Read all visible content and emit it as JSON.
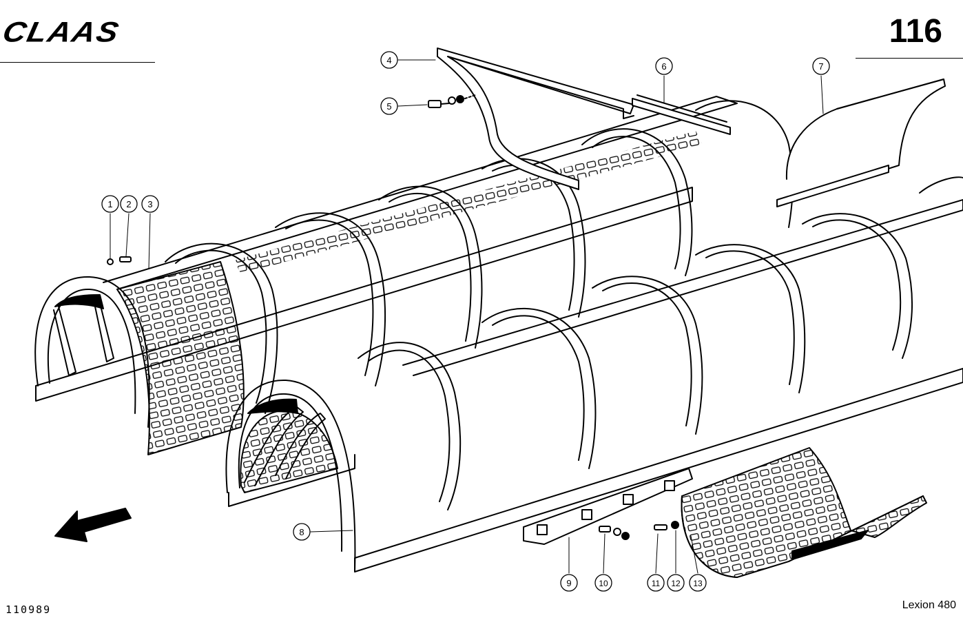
{
  "header": {
    "brand": "CLAAS",
    "page_number": "116"
  },
  "footer": {
    "drawing_number": "110989",
    "model": "Lexion 480"
  },
  "callouts": [
    "1",
    "2",
    "3",
    "4",
    "5",
    "6",
    "7",
    "8",
    "9",
    "10",
    "11",
    "12",
    "13"
  ],
  "colors": {
    "ink": "#000000",
    "paper": "#ffffff"
  },
  "icons": {
    "direction": "arrow-down-left-icon"
  }
}
